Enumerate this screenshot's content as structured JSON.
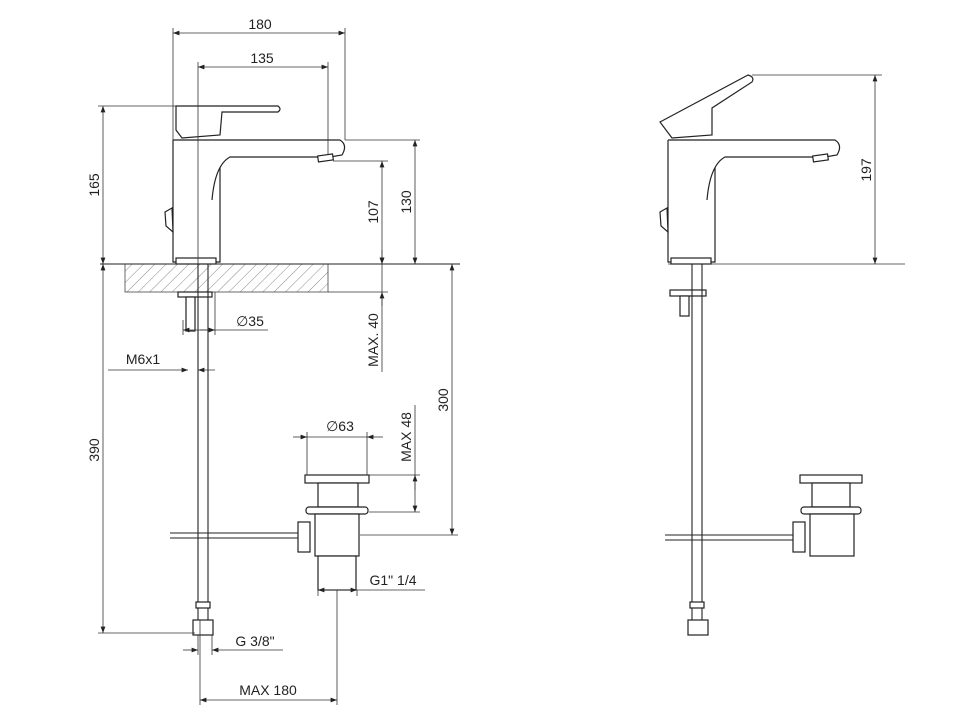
{
  "dimensions": {
    "overall_width": "180",
    "spout_reach": "135",
    "total_height": "165",
    "spout_outlet_height": "107",
    "spout_top_height": "130",
    "max_deck_thickness": "MAX. 40",
    "hole_diameter": "∅35",
    "stud_thread": "M6x1",
    "pipe_length": "390",
    "drain_rod_height": "300",
    "waste_diameter": "∅63",
    "waste_max_thickness": "MAX 48",
    "waste_thread": "G1\" 1/4",
    "inlet_thread": "G 3/8\"",
    "max_rod_length": "MAX 180",
    "lever_open_height": "197"
  },
  "colors": {
    "line": "#222222",
    "background": "#ffffff"
  }
}
